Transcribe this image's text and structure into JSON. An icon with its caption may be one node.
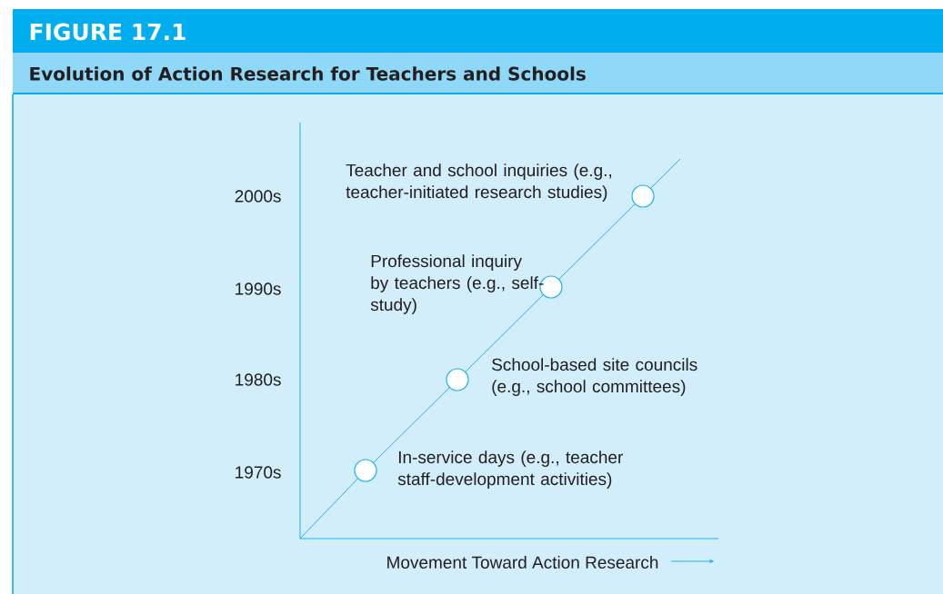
{
  "diagram": {
    "title": "Evolution of Action Research for Teachers and Schools",
    "nodes": [
      {
        "text": [],
        "shape": "circle",
        "beside": [
          "In-service days (e.g., teacher staff-development activities)"
        ]
      },
      {
        "text": [],
        "shape": "circle",
        "beside": [
          "School-based site councils (e.g., school committees)"
        ]
      },
      {
        "text": [],
        "shape": "circle",
        "beside": [
          "Professional inquiry by teachers (e.g., self-study)"
        ]
      },
      {
        "text": [],
        "shape": "circle",
        "beside": [
          "Teacher and school inquiries (e.g., teacher-initiated research studies)"
        ]
      }
    ],
    "edges": [
      {
        "from": null,
        "to": 0,
        "arrow": "none"
      },
      {
        "from": 0,
        "to": 1,
        "arrow": "none"
      },
      {
        "from": 1,
        "to": 2,
        "arrow": "none"
      },
      {
        "from": 2,
        "to": 3,
        "arrow": "none"
      },
      {
        "from": 3,
        "to": null,
        "arrow": "none"
      }
    ],
    "labels": [
      "FIGURE 17.1",
      "2000s",
      "1990s",
      "1980s",
      "1970s",
      "Movement Toward Action Research"
    ]
  }
}
